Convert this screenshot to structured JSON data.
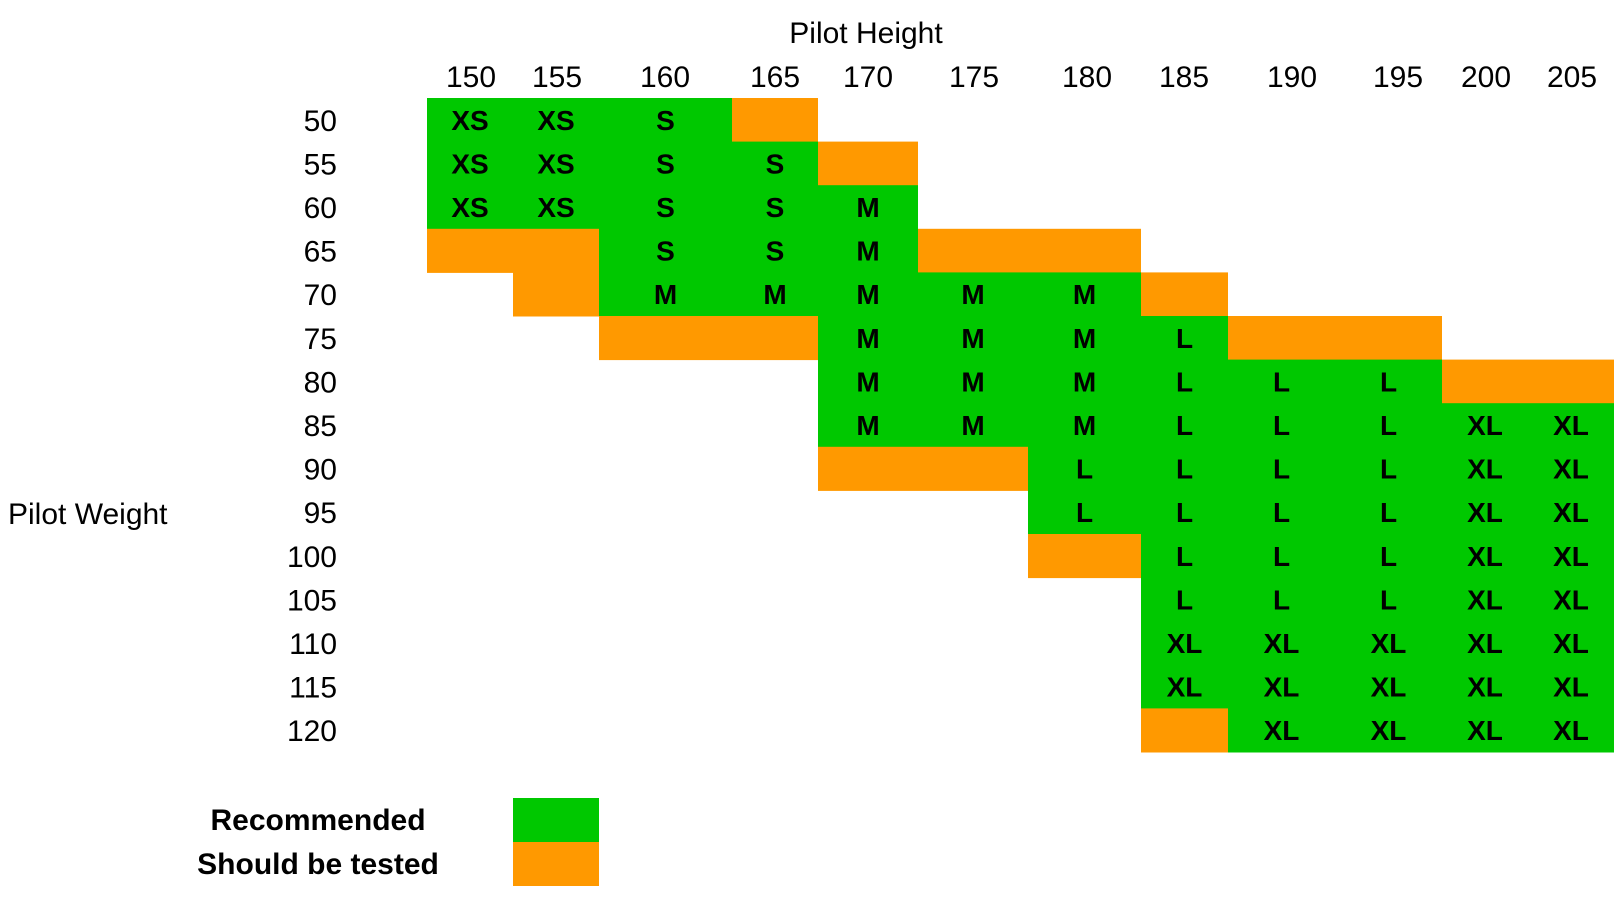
{
  "chart_data": {
    "type": "table",
    "x_title": "Pilot Height",
    "y_title": "Pilot Weight",
    "heights": [
      150,
      155,
      160,
      165,
      170,
      175,
      180,
      185,
      190,
      195,
      200,
      205
    ],
    "weights": [
      50,
      55,
      60,
      65,
      70,
      75,
      80,
      85,
      90,
      95,
      100,
      105,
      110,
      115,
      120
    ],
    "legend": [
      {
        "key": "R",
        "label": "Recommended",
        "color": "#00c800"
      },
      {
        "key": "T",
        "label": "Should be tested",
        "color": "#ff9900"
      }
    ],
    "rows": [
      {
        "weight": 50,
        "cells": [
          [
            "R",
            "XS"
          ],
          [
            "R",
            "XS"
          ],
          [
            "R",
            "S"
          ],
          [
            "T",
            ""
          ],
          null,
          null,
          null,
          null,
          null,
          null,
          null,
          null
        ]
      },
      {
        "weight": 55,
        "cells": [
          [
            "R",
            "XS"
          ],
          [
            "R",
            "XS"
          ],
          [
            "R",
            "S"
          ],
          [
            "R",
            "S"
          ],
          [
            "T",
            ""
          ],
          null,
          null,
          null,
          null,
          null,
          null,
          null
        ]
      },
      {
        "weight": 60,
        "cells": [
          [
            "R",
            "XS"
          ],
          [
            "R",
            "XS"
          ],
          [
            "R",
            "S"
          ],
          [
            "R",
            "S"
          ],
          [
            "R",
            "M"
          ],
          null,
          null,
          null,
          null,
          null,
          null,
          null
        ]
      },
      {
        "weight": 65,
        "cells": [
          [
            "T",
            ""
          ],
          [
            "T",
            ""
          ],
          [
            "R",
            "S"
          ],
          [
            "R",
            "S"
          ],
          [
            "R",
            "M"
          ],
          [
            "T",
            ""
          ],
          [
            "T",
            ""
          ],
          null,
          null,
          null,
          null,
          null
        ]
      },
      {
        "weight": 70,
        "cells": [
          null,
          [
            "T",
            ""
          ],
          [
            "R",
            "M"
          ],
          [
            "R",
            "M"
          ],
          [
            "R",
            "M"
          ],
          [
            "R",
            "M"
          ],
          [
            "R",
            "M"
          ],
          [
            "T",
            ""
          ],
          null,
          null,
          null,
          null
        ]
      },
      {
        "weight": 75,
        "cells": [
          null,
          null,
          [
            "T",
            ""
          ],
          [
            "T",
            ""
          ],
          [
            "R",
            "M"
          ],
          [
            "R",
            "M"
          ],
          [
            "R",
            "M"
          ],
          [
            "R",
            "L"
          ],
          [
            "T",
            ""
          ],
          [
            "T",
            ""
          ],
          null,
          null
        ]
      },
      {
        "weight": 80,
        "cells": [
          null,
          null,
          null,
          null,
          [
            "R",
            "M"
          ],
          [
            "R",
            "M"
          ],
          [
            "R",
            "M"
          ],
          [
            "R",
            "L"
          ],
          [
            "R",
            "L"
          ],
          [
            "R",
            "L"
          ],
          [
            "T",
            ""
          ],
          [
            "T",
            ""
          ]
        ]
      },
      {
        "weight": 85,
        "cells": [
          null,
          null,
          null,
          null,
          [
            "R",
            "M"
          ],
          [
            "R",
            "M"
          ],
          [
            "R",
            "M"
          ],
          [
            "R",
            "L"
          ],
          [
            "R",
            "L"
          ],
          [
            "R",
            "L"
          ],
          [
            "R",
            "XL"
          ],
          [
            "R",
            "XL"
          ]
        ]
      },
      {
        "weight": 90,
        "cells": [
          null,
          null,
          null,
          null,
          [
            "T",
            ""
          ],
          [
            "T",
            ""
          ],
          [
            "R",
            "L"
          ],
          [
            "R",
            "L"
          ],
          [
            "R",
            "L"
          ],
          [
            "R",
            "L"
          ],
          [
            "R",
            "XL"
          ],
          [
            "R",
            "XL"
          ]
        ]
      },
      {
        "weight": 95,
        "cells": [
          null,
          null,
          null,
          null,
          null,
          null,
          [
            "R",
            "L"
          ],
          [
            "R",
            "L"
          ],
          [
            "R",
            "L"
          ],
          [
            "R",
            "L"
          ],
          [
            "R",
            "XL"
          ],
          [
            "R",
            "XL"
          ]
        ]
      },
      {
        "weight": 100,
        "cells": [
          null,
          null,
          null,
          null,
          null,
          null,
          [
            "T",
            ""
          ],
          [
            "R",
            "L"
          ],
          [
            "R",
            "L"
          ],
          [
            "R",
            "L"
          ],
          [
            "R",
            "XL"
          ],
          [
            "R",
            "XL"
          ]
        ]
      },
      {
        "weight": 105,
        "cells": [
          null,
          null,
          null,
          null,
          null,
          null,
          null,
          [
            "R",
            "L"
          ],
          [
            "R",
            "L"
          ],
          [
            "R",
            "L"
          ],
          [
            "R",
            "XL"
          ],
          [
            "R",
            "XL"
          ]
        ]
      },
      {
        "weight": 110,
        "cells": [
          null,
          null,
          null,
          null,
          null,
          null,
          null,
          [
            "R",
            "XL"
          ],
          [
            "R",
            "XL"
          ],
          [
            "R",
            "XL"
          ],
          [
            "R",
            "XL"
          ],
          [
            "R",
            "XL"
          ]
        ]
      },
      {
        "weight": 115,
        "cells": [
          null,
          null,
          null,
          null,
          null,
          null,
          null,
          [
            "R",
            "XL"
          ],
          [
            "R",
            "XL"
          ],
          [
            "R",
            "XL"
          ],
          [
            "R",
            "XL"
          ],
          [
            "R",
            "XL"
          ]
        ]
      },
      {
        "weight": 120,
        "cells": [
          null,
          null,
          null,
          null,
          null,
          null,
          null,
          [
            "T",
            ""
          ],
          [
            "R",
            "XL"
          ],
          [
            "R",
            "XL"
          ],
          [
            "R",
            "XL"
          ],
          [
            "R",
            "XL"
          ]
        ]
      }
    ]
  }
}
